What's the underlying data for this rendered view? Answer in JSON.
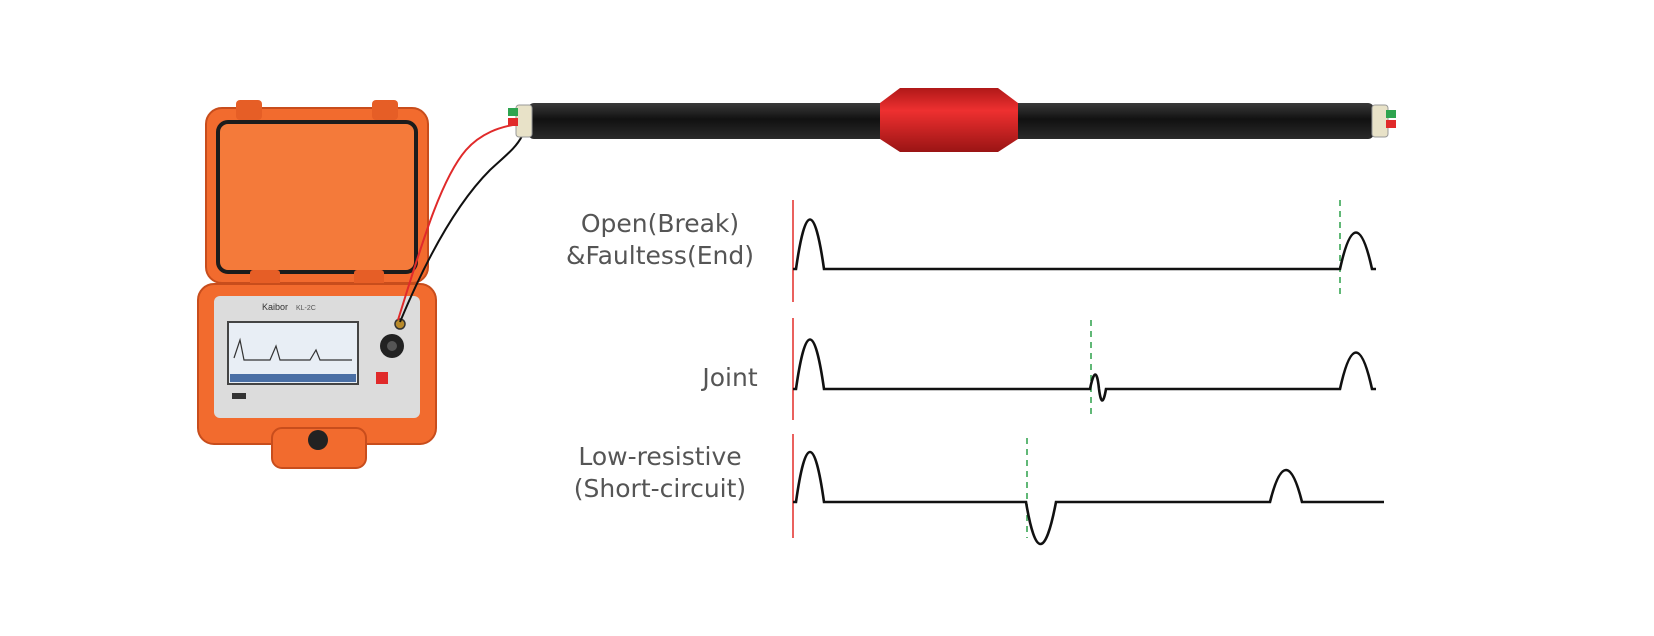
{
  "colors": {
    "case_orange": "#f26b2e",
    "case_dark": "#d2501e",
    "cable": "#1a1a1a",
    "joint_red": "#e02a2a",
    "trace": "#111111",
    "start_marker": "#e53935",
    "fault_marker": "#3aa655",
    "label_text": "#555555"
  },
  "instrument": {
    "brand": "Kaibor",
    "model": "KL-2C",
    "lid_icon": "carry-case-icon",
    "knob_icon": "rotary-knob-icon"
  },
  "waveforms": [
    {
      "name": "open-break",
      "label_lines": [
        "Open(Break)",
        "&Faultess(End)"
      ],
      "events": [
        {
          "kind": "launch-pulse",
          "position": 0.0
        },
        {
          "kind": "positive-reflection",
          "position": 0.92
        }
      ],
      "fault_position": 0.92
    },
    {
      "name": "joint",
      "label_lines": [
        "Joint"
      ],
      "events": [
        {
          "kind": "launch-pulse",
          "position": 0.0
        },
        {
          "kind": "small-oscillation",
          "position": 0.5
        },
        {
          "kind": "positive-reflection",
          "position": 0.92
        }
      ],
      "fault_position": 0.5
    },
    {
      "name": "low-resistive",
      "label_lines": [
        "Low-resistive",
        "(Short-circuit)"
      ],
      "events": [
        {
          "kind": "launch-pulse",
          "position": 0.0
        },
        {
          "kind": "negative-reflection",
          "position": 0.4
        },
        {
          "kind": "positive-reflection",
          "position": 0.84
        }
      ],
      "fault_position": 0.4
    }
  ]
}
